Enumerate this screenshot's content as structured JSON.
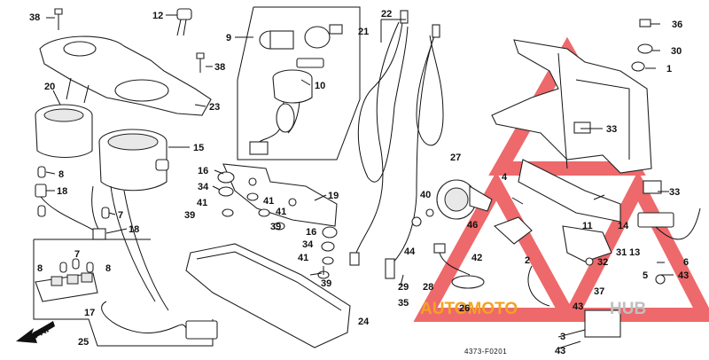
{
  "diagram": {
    "callouts": [
      {
        "id": "c1",
        "text": "38"
      },
      {
        "id": "c2",
        "text": "12"
      },
      {
        "id": "c3",
        "text": "9"
      },
      {
        "id": "c4",
        "text": "22"
      },
      {
        "id": "c5",
        "text": "21"
      },
      {
        "id": "c6",
        "text": "36"
      },
      {
        "id": "c7",
        "text": "30"
      },
      {
        "id": "c8",
        "text": "1"
      },
      {
        "id": "c9",
        "text": "38"
      },
      {
        "id": "c10",
        "text": "10"
      },
      {
        "id": "c11",
        "text": "20"
      },
      {
        "id": "c12",
        "text": "23"
      },
      {
        "id": "c13",
        "text": "15"
      },
      {
        "id": "c14",
        "text": "8"
      },
      {
        "id": "c15",
        "text": "18"
      },
      {
        "id": "c16",
        "text": "7"
      },
      {
        "id": "c17",
        "text": "18"
      },
      {
        "id": "c18",
        "text": "16"
      },
      {
        "id": "c19",
        "text": "34"
      },
      {
        "id": "c20",
        "text": "19"
      },
      {
        "id": "c21",
        "text": "41"
      },
      {
        "id": "c22",
        "text": "41"
      },
      {
        "id": "c23",
        "text": "41"
      },
      {
        "id": "c24",
        "text": "39"
      },
      {
        "id": "c25",
        "text": "39"
      },
      {
        "id": "c26",
        "text": "16"
      },
      {
        "id": "c27",
        "text": "34"
      },
      {
        "id": "c28",
        "text": "41"
      },
      {
        "id": "c29",
        "text": "39"
      },
      {
        "id": "c30",
        "text": "33"
      },
      {
        "id": "c31",
        "text": "27"
      },
      {
        "id": "c32",
        "text": "4"
      },
      {
        "id": "c33",
        "text": "40"
      },
      {
        "id": "c34",
        "text": "46"
      },
      {
        "id": "c35",
        "text": "44"
      },
      {
        "id": "c36",
        "text": "42"
      },
      {
        "id": "c37",
        "text": "2"
      },
      {
        "id": "c38",
        "text": "11"
      },
      {
        "id": "c39",
        "text": "33"
      },
      {
        "id": "c40",
        "text": "14"
      },
      {
        "id": "c41",
        "text": "13"
      },
      {
        "id": "c42",
        "text": "31"
      },
      {
        "id": "c43",
        "text": "32"
      },
      {
        "id": "c44",
        "text": "6"
      },
      {
        "id": "c45",
        "text": "5"
      },
      {
        "id": "c46",
        "text": "43"
      },
      {
        "id": "c47",
        "text": "8"
      },
      {
        "id": "c48",
        "text": "7"
      },
      {
        "id": "c49",
        "text": "8"
      },
      {
        "id": "c50",
        "text": "17"
      },
      {
        "id": "c51",
        "text": "25"
      },
      {
        "id": "c52",
        "text": "24"
      },
      {
        "id": "c53",
        "text": "29"
      },
      {
        "id": "c54",
        "text": "28"
      },
      {
        "id": "c55",
        "text": "35"
      },
      {
        "id": "c56",
        "text": "26"
      },
      {
        "id": "c57",
        "text": "37"
      },
      {
        "id": "c58",
        "text": "43"
      },
      {
        "id": "c59",
        "text": "3"
      },
      {
        "id": "c60",
        "text": "43"
      }
    ],
    "direction_arrow": "FR.",
    "reference_code": "4373-F0201",
    "watermark": {
      "text_a": "AUTOMOTO",
      "text_b": "HUB",
      "color_a": "#f4a21f",
      "color_b": "#bfbfbf",
      "triangle_color": "#e8373a"
    }
  }
}
